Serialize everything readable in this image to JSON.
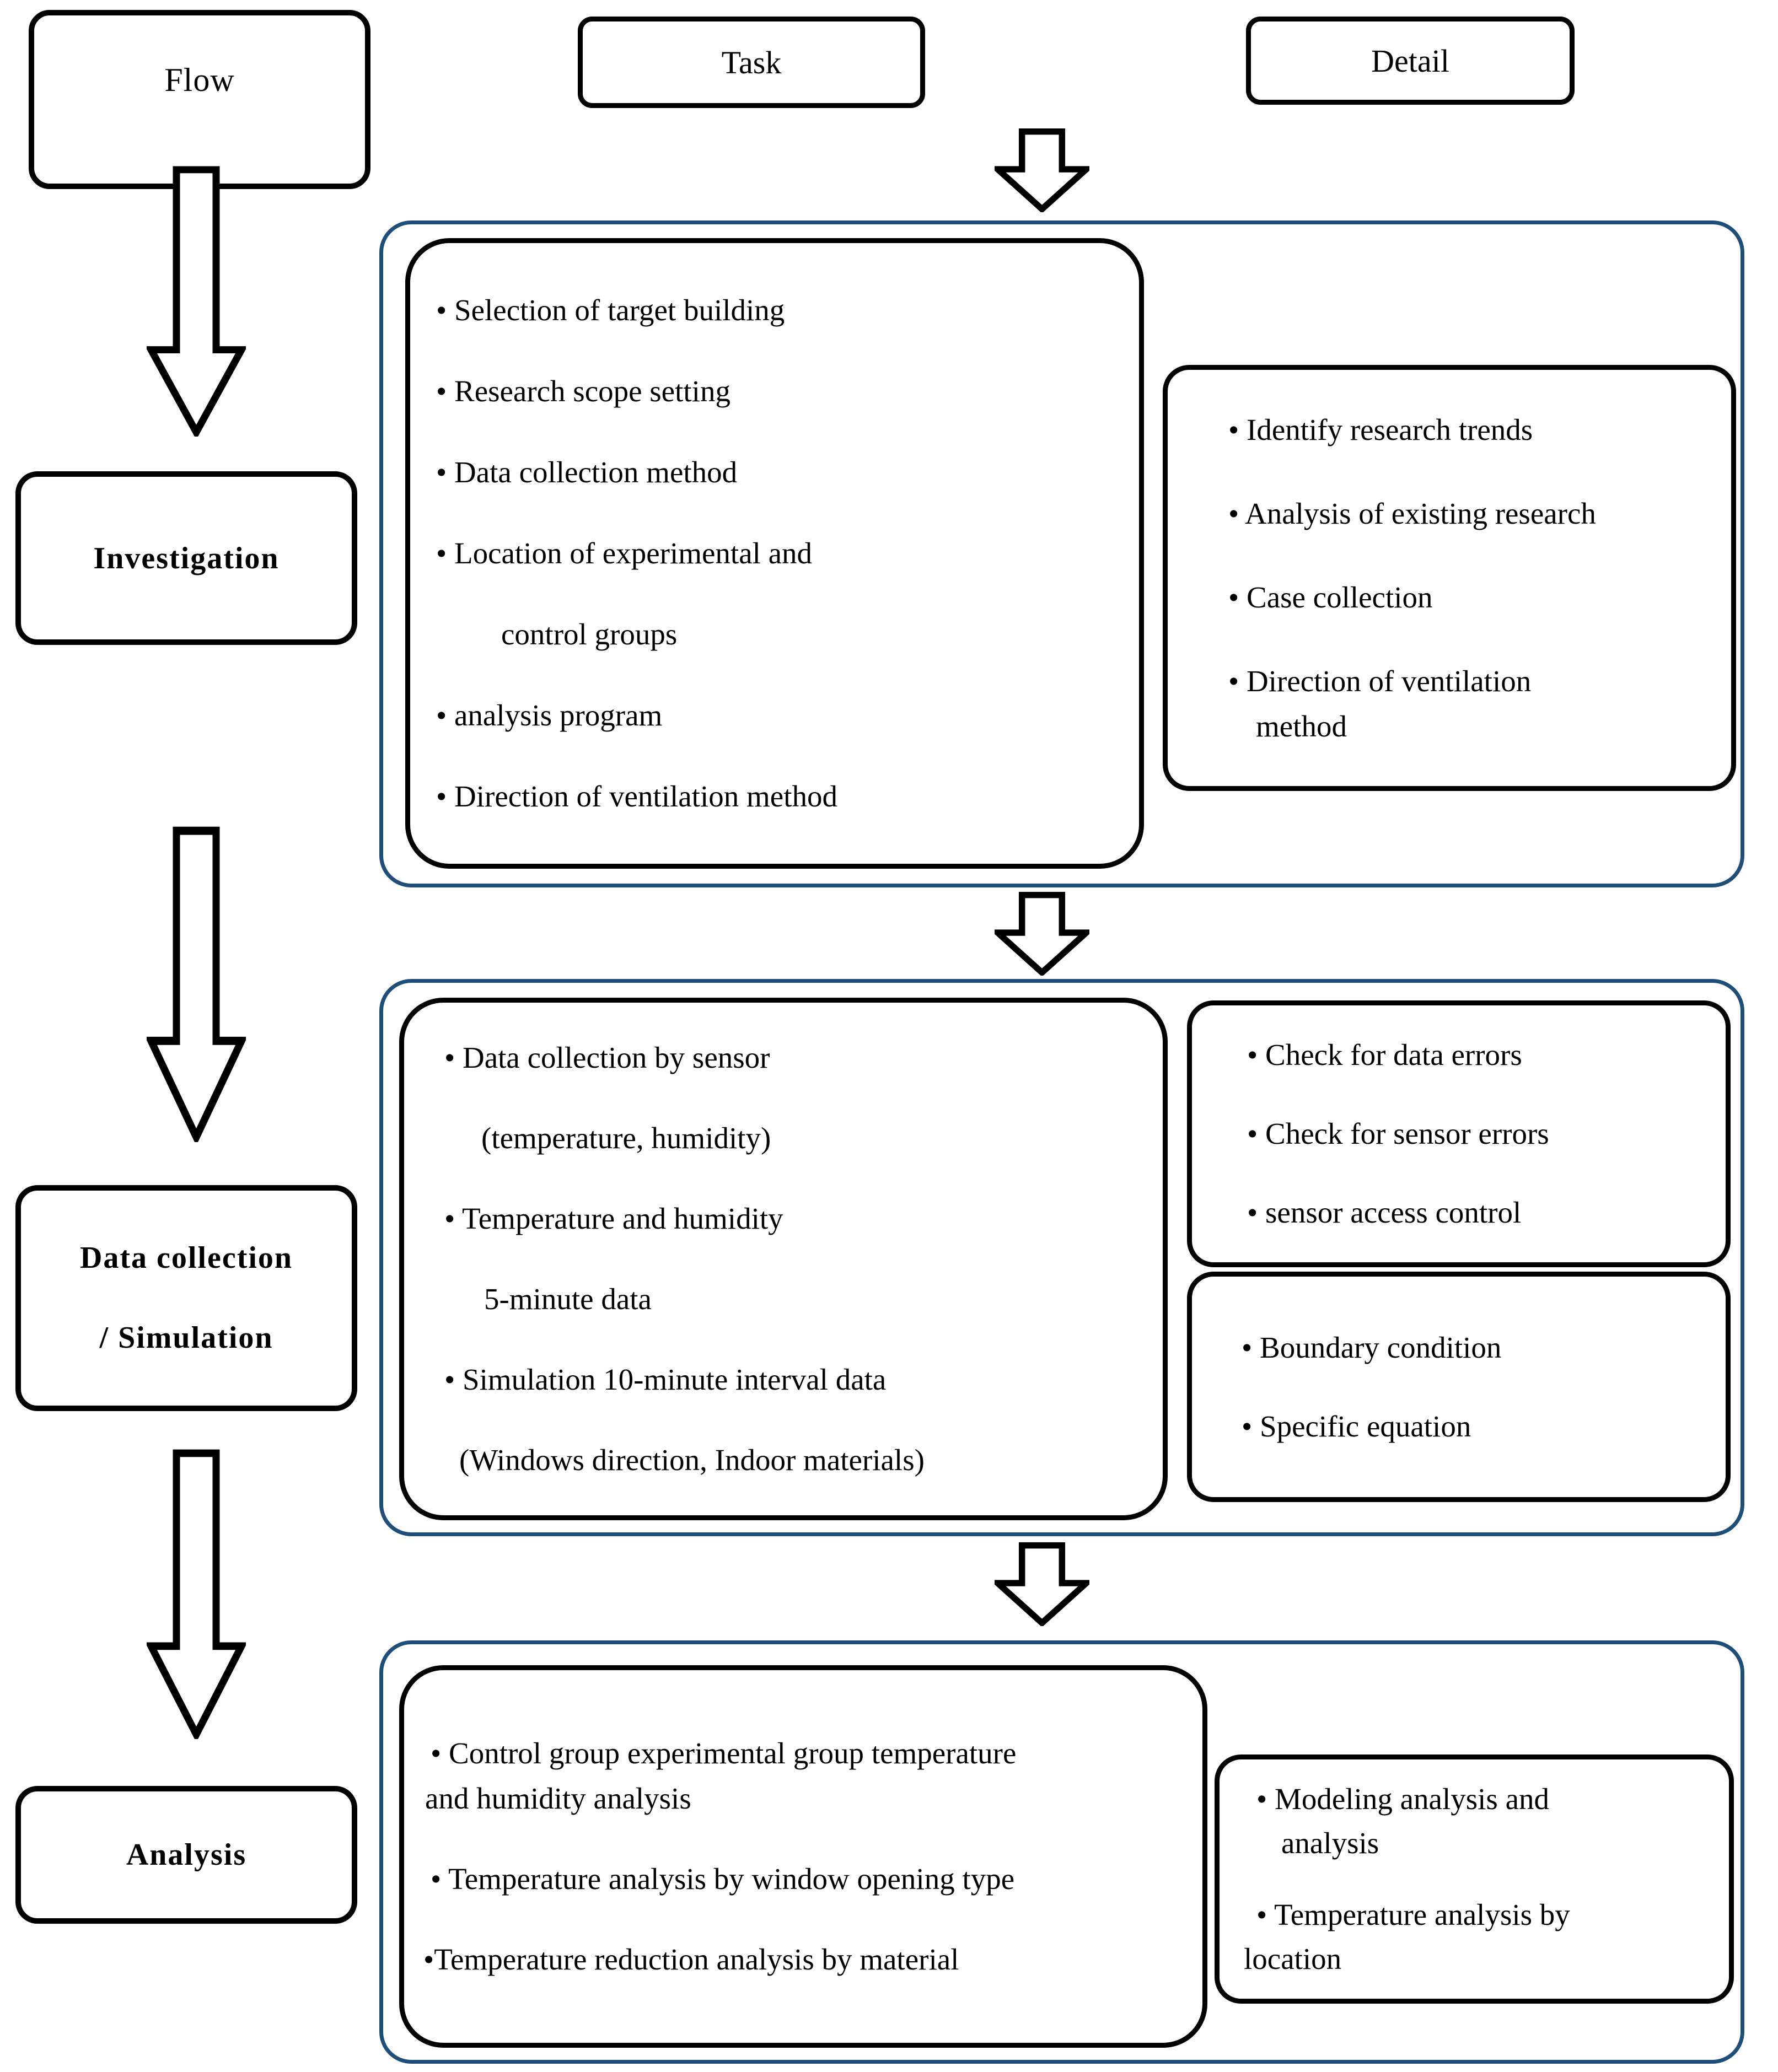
{
  "palette": {
    "accent_blue": "#1F4E79",
    "ink": "#000000",
    "background": "#FFFFFF"
  },
  "headers": {
    "flow": "Flow",
    "task": "Task",
    "detail": "Detail"
  },
  "flow_steps": {
    "investigation": "Investigation",
    "data_collection_line1": "Data collection",
    "data_collection_line2": "/ Simulation",
    "analysis": "Analysis"
  },
  "sections": [
    {
      "name": "investigation",
      "task_lines": [
        "• Selection of target building",
        "• Research scope setting",
        "• Data collection method",
        "• Location of experimental and",
        "control groups",
        "• analysis program",
        "• Direction of ventilation method"
      ],
      "detail_lines": [
        "• Identify research trends",
        "• Analysis of existing research",
        "• Case collection",
        "• Direction of ventilation",
        "method"
      ]
    },
    {
      "name": "data-collection-simulation",
      "task_lines": [
        "• Data collection by sensor",
        "(temperature, humidity)",
        "• Temperature and humidity",
        "5-minute data",
        "• Simulation 10-minute interval data",
        "(Windows direction, Indoor materials)"
      ],
      "detail_top_lines": [
        "• Check for data errors",
        "• Check for sensor errors",
        "• sensor access control"
      ],
      "detail_bottom_lines": [
        "• Boundary condition",
        "• Specific equation"
      ]
    },
    {
      "name": "analysis",
      "task_lines": [
        "• Control group experimental group temperature",
        "and humidity analysis",
        "• Temperature analysis by window opening type",
        "•Temperature reduction analysis by material"
      ],
      "detail_lines": [
        "• Modeling analysis and",
        "analysis",
        "• Temperature analysis by",
        "location"
      ]
    }
  ]
}
